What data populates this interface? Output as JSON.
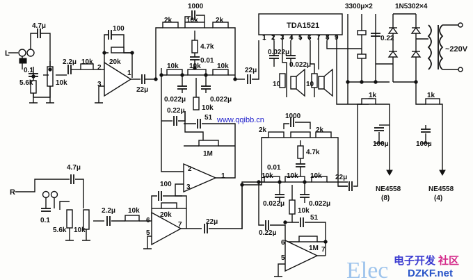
{
  "ic": {
    "chip": "TDA1521",
    "pins": [
      "1",
      "2",
      "3",
      "4",
      "5",
      "6",
      "7",
      "8",
      "9"
    ],
    "opamp_pins": [
      "1",
      "2",
      "3",
      "5",
      "6",
      "7"
    ]
  },
  "components": [
    "4.7μ",
    "0.1",
    "5.6k",
    "10k",
    "2.2μ",
    "10k",
    "100",
    "20k",
    "22μ",
    "1000",
    "2k",
    "10k",
    "2k",
    "4.7k",
    "0.01",
    "10k",
    "10k",
    "10k",
    "0.022μ",
    "0.022μ",
    "10k",
    "0.22μ",
    "22μ",
    "51",
    "1M",
    "0.022μ",
    "0.022μ",
    "10",
    "10",
    "3300μ×2",
    "1N5302×4",
    "0.22",
    "~220V",
    "1k",
    "1k",
    "100μ",
    "100μ",
    "NE4558",
    "(8)",
    "NE4558",
    "(4)",
    "4.7μ",
    "0.1",
    "5.6k",
    "10k",
    "2.2μ",
    "10k",
    "100",
    "20k",
    "22μ",
    "1000",
    "2k",
    "2k",
    "4.7k",
    "0.01",
    "10k",
    "10k",
    "10k",
    "0.022μ",
    "0.022μ",
    "10k",
    "0.22μ",
    "51",
    "1M",
    "22μ"
  ],
  "inputs": {
    "left": "L",
    "right": "R"
  },
  "watermarks": {
    "url": "www.qqibb.cn",
    "site_a": "电子开发",
    "site_b": "社区",
    "site_c": "DZKF.net",
    "faded": "Elec"
  }
}
